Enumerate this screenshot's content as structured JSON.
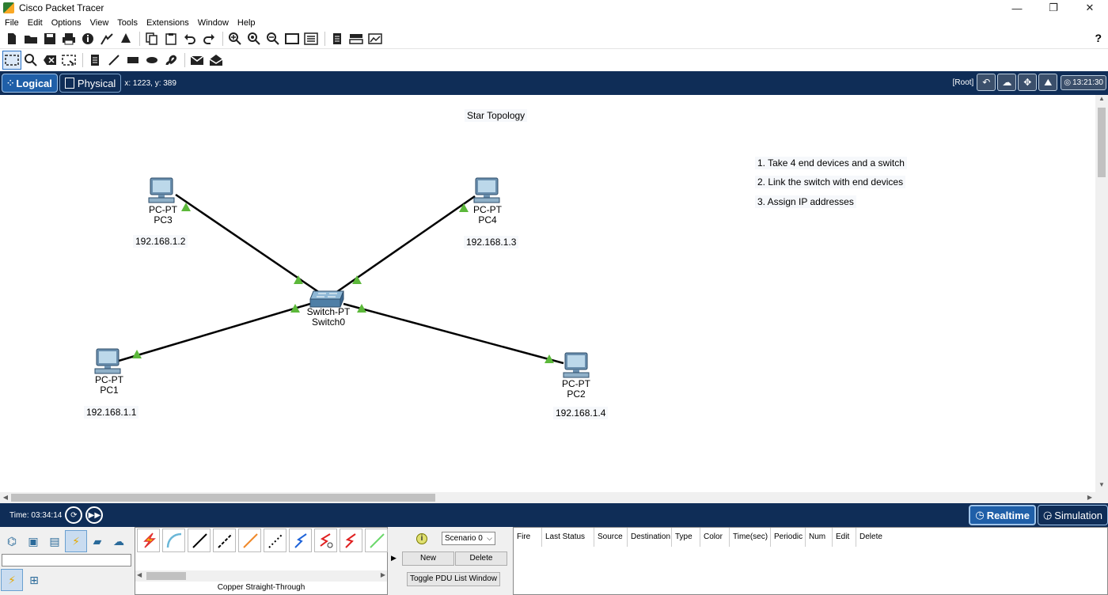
{
  "window": {
    "title": "Cisco Packet Tracer",
    "minimize": "—",
    "restore": "❐",
    "close": "✕"
  },
  "menu": [
    "File",
    "Edit",
    "Options",
    "View",
    "Tools",
    "Extensions",
    "Window",
    "Help"
  ],
  "help_label": "?",
  "workspace": {
    "logical_tab": "Logical",
    "physical_tab": "Physical",
    "coordinates": "x: 1223, y: 389",
    "root_label": "[Root]",
    "clock": "13:21:30"
  },
  "canvas": {
    "title_note": "Star Topology",
    "steps": [
      "1. Take 4 end devices and a switch",
      "2. Link the switch with end devices",
      "3. Assign IP addresses"
    ],
    "devices": {
      "pc3": {
        "model": "PC-PT",
        "name": "PC3",
        "ip": "192.168.1.2"
      },
      "pc4": {
        "model": "PC-PT",
        "name": "PC4",
        "ip": "192.168.1.3"
      },
      "pc1": {
        "model": "PC-PT",
        "name": "PC1",
        "ip": "192.168.1.1"
      },
      "pc2": {
        "model": "PC-PT",
        "name": "PC2",
        "ip": "192.168.1.4"
      },
      "switch0": {
        "model": "Switch-PT",
        "name": "Switch0"
      }
    },
    "link_status_color": "#5cb83a"
  },
  "bottom_bar": {
    "time": "Time: 03:34:14",
    "realtime": "Realtime",
    "simulation": "Simulation"
  },
  "cable_panel": {
    "selected_cable": "Copper Straight-Through"
  },
  "scenario_panel": {
    "scenario": "Scenario 0",
    "new_label": "New",
    "delete_label": "Delete",
    "toggle_label": "Toggle PDU List Window"
  },
  "pdu_columns": [
    "Fire",
    "Last Status",
    "Source",
    "Destination",
    "Type",
    "Color",
    "Time(sec)",
    "Periodic",
    "Num",
    "Edit",
    "Delete"
  ],
  "colors": {
    "workspace_bar": "#0f2d57",
    "accent": "#1f5fa8"
  }
}
